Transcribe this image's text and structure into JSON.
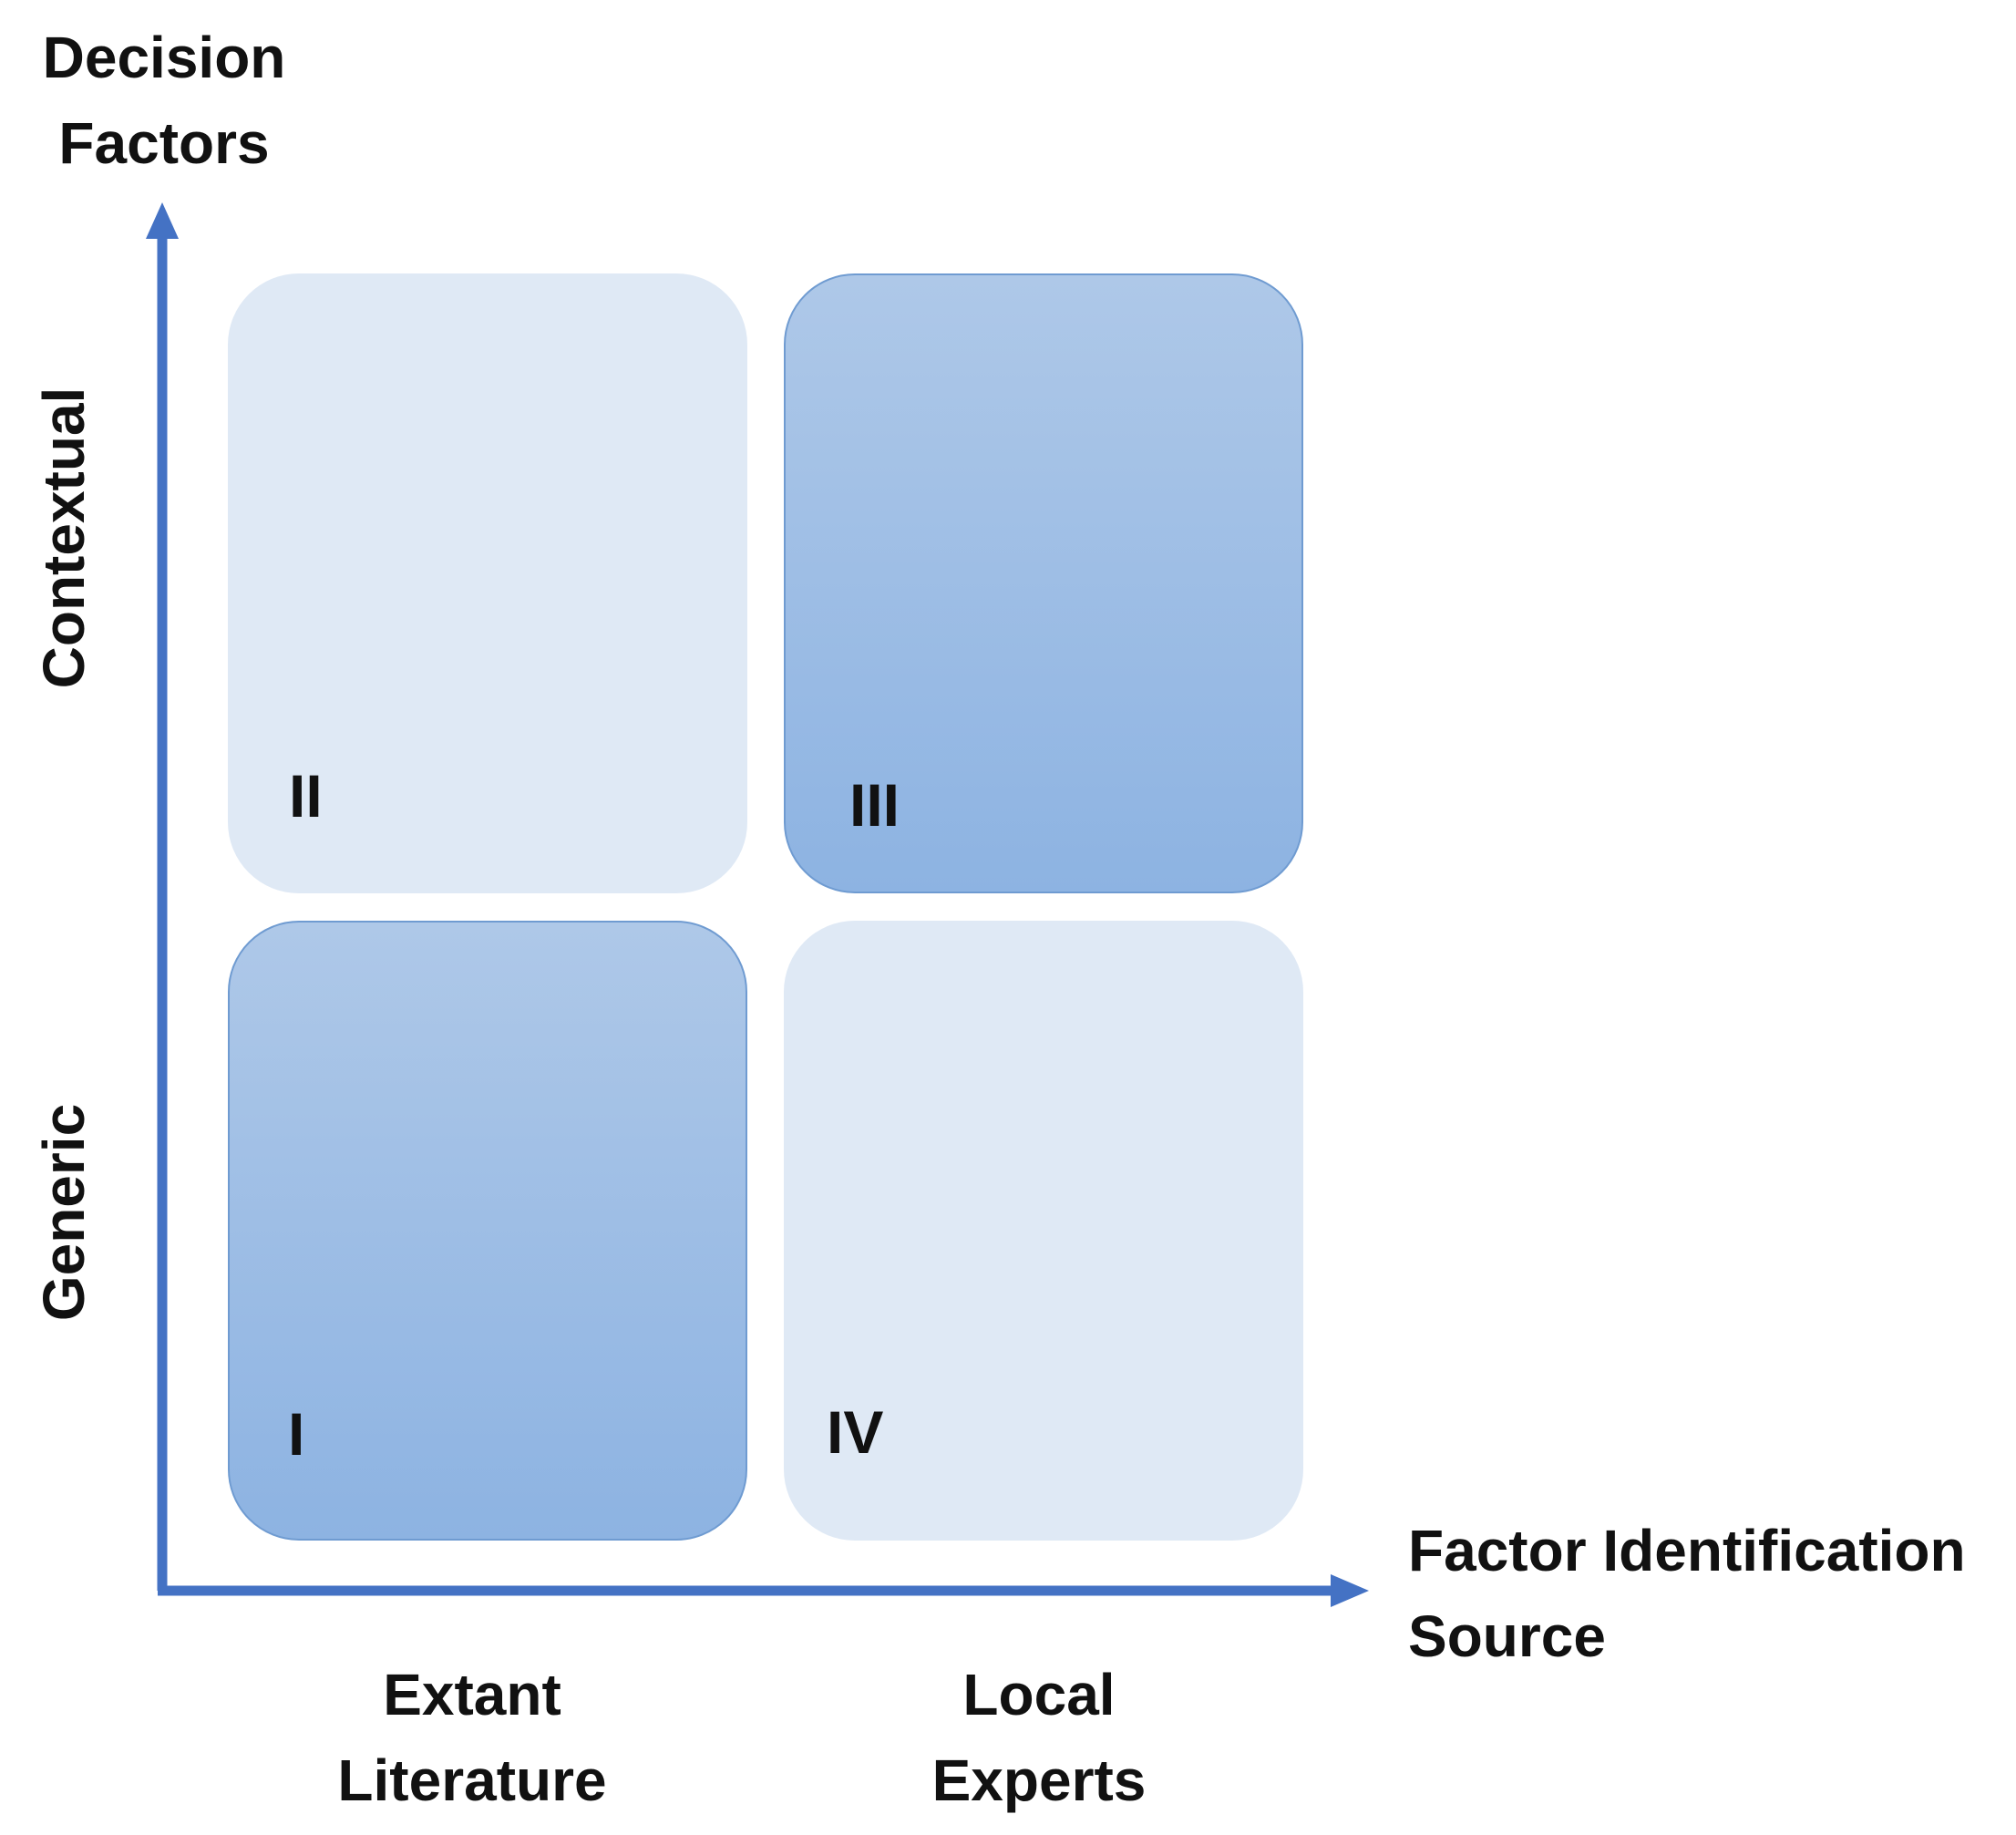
{
  "y_axis_title": "Decision\nFactors",
  "x_axis_title": "Factor Identification\nSource",
  "y_categories": {
    "top": "Contextual",
    "bottom": "Generic"
  },
  "x_categories": {
    "left": "Extant\nLiterature",
    "right": "Local\nExperts"
  },
  "quadrants": {
    "top_left": "II",
    "top_right": "III",
    "bottom_left": "I",
    "bottom_right": "IV"
  },
  "colors": {
    "axis": "#4472c4",
    "quadrant_light": "#dfe9f5",
    "quadrant_dark_top": "#aec8e8",
    "quadrant_dark_bottom": "#8db3e2"
  }
}
